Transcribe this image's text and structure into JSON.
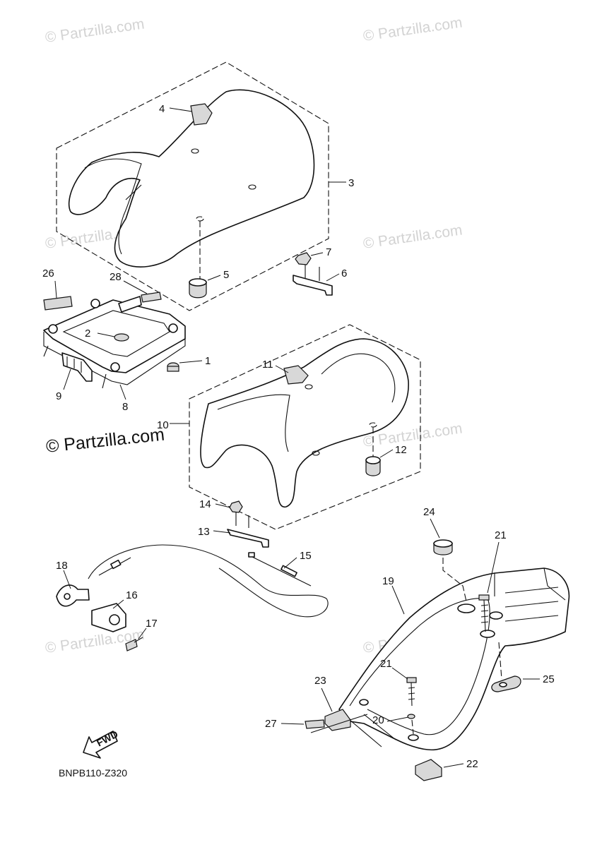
{
  "diagram": {
    "code": "BNPB110-Z320",
    "watermark_main": "© Partzilla.com",
    "watermark_faint": "© Partzilla.com",
    "fwd_label": "FWD",
    "callouts": {
      "c1": "1",
      "c2": "2",
      "c3": "3",
      "c4": "4",
      "c5": "5",
      "c6": "6",
      "c7": "7",
      "c8": "8",
      "c9": "9",
      "c10": "10",
      "c11": "11",
      "c12": "12",
      "c13": "13",
      "c14": "14",
      "c15": "15",
      "c16": "16",
      "c17": "17",
      "c18": "18",
      "c19": "19",
      "c20": "20",
      "c21a": "21",
      "c21b": "21",
      "c22": "22",
      "c23": "23",
      "c24": "24",
      "c25": "25",
      "c26": "26",
      "c27": "27",
      "c28": "28"
    }
  }
}
